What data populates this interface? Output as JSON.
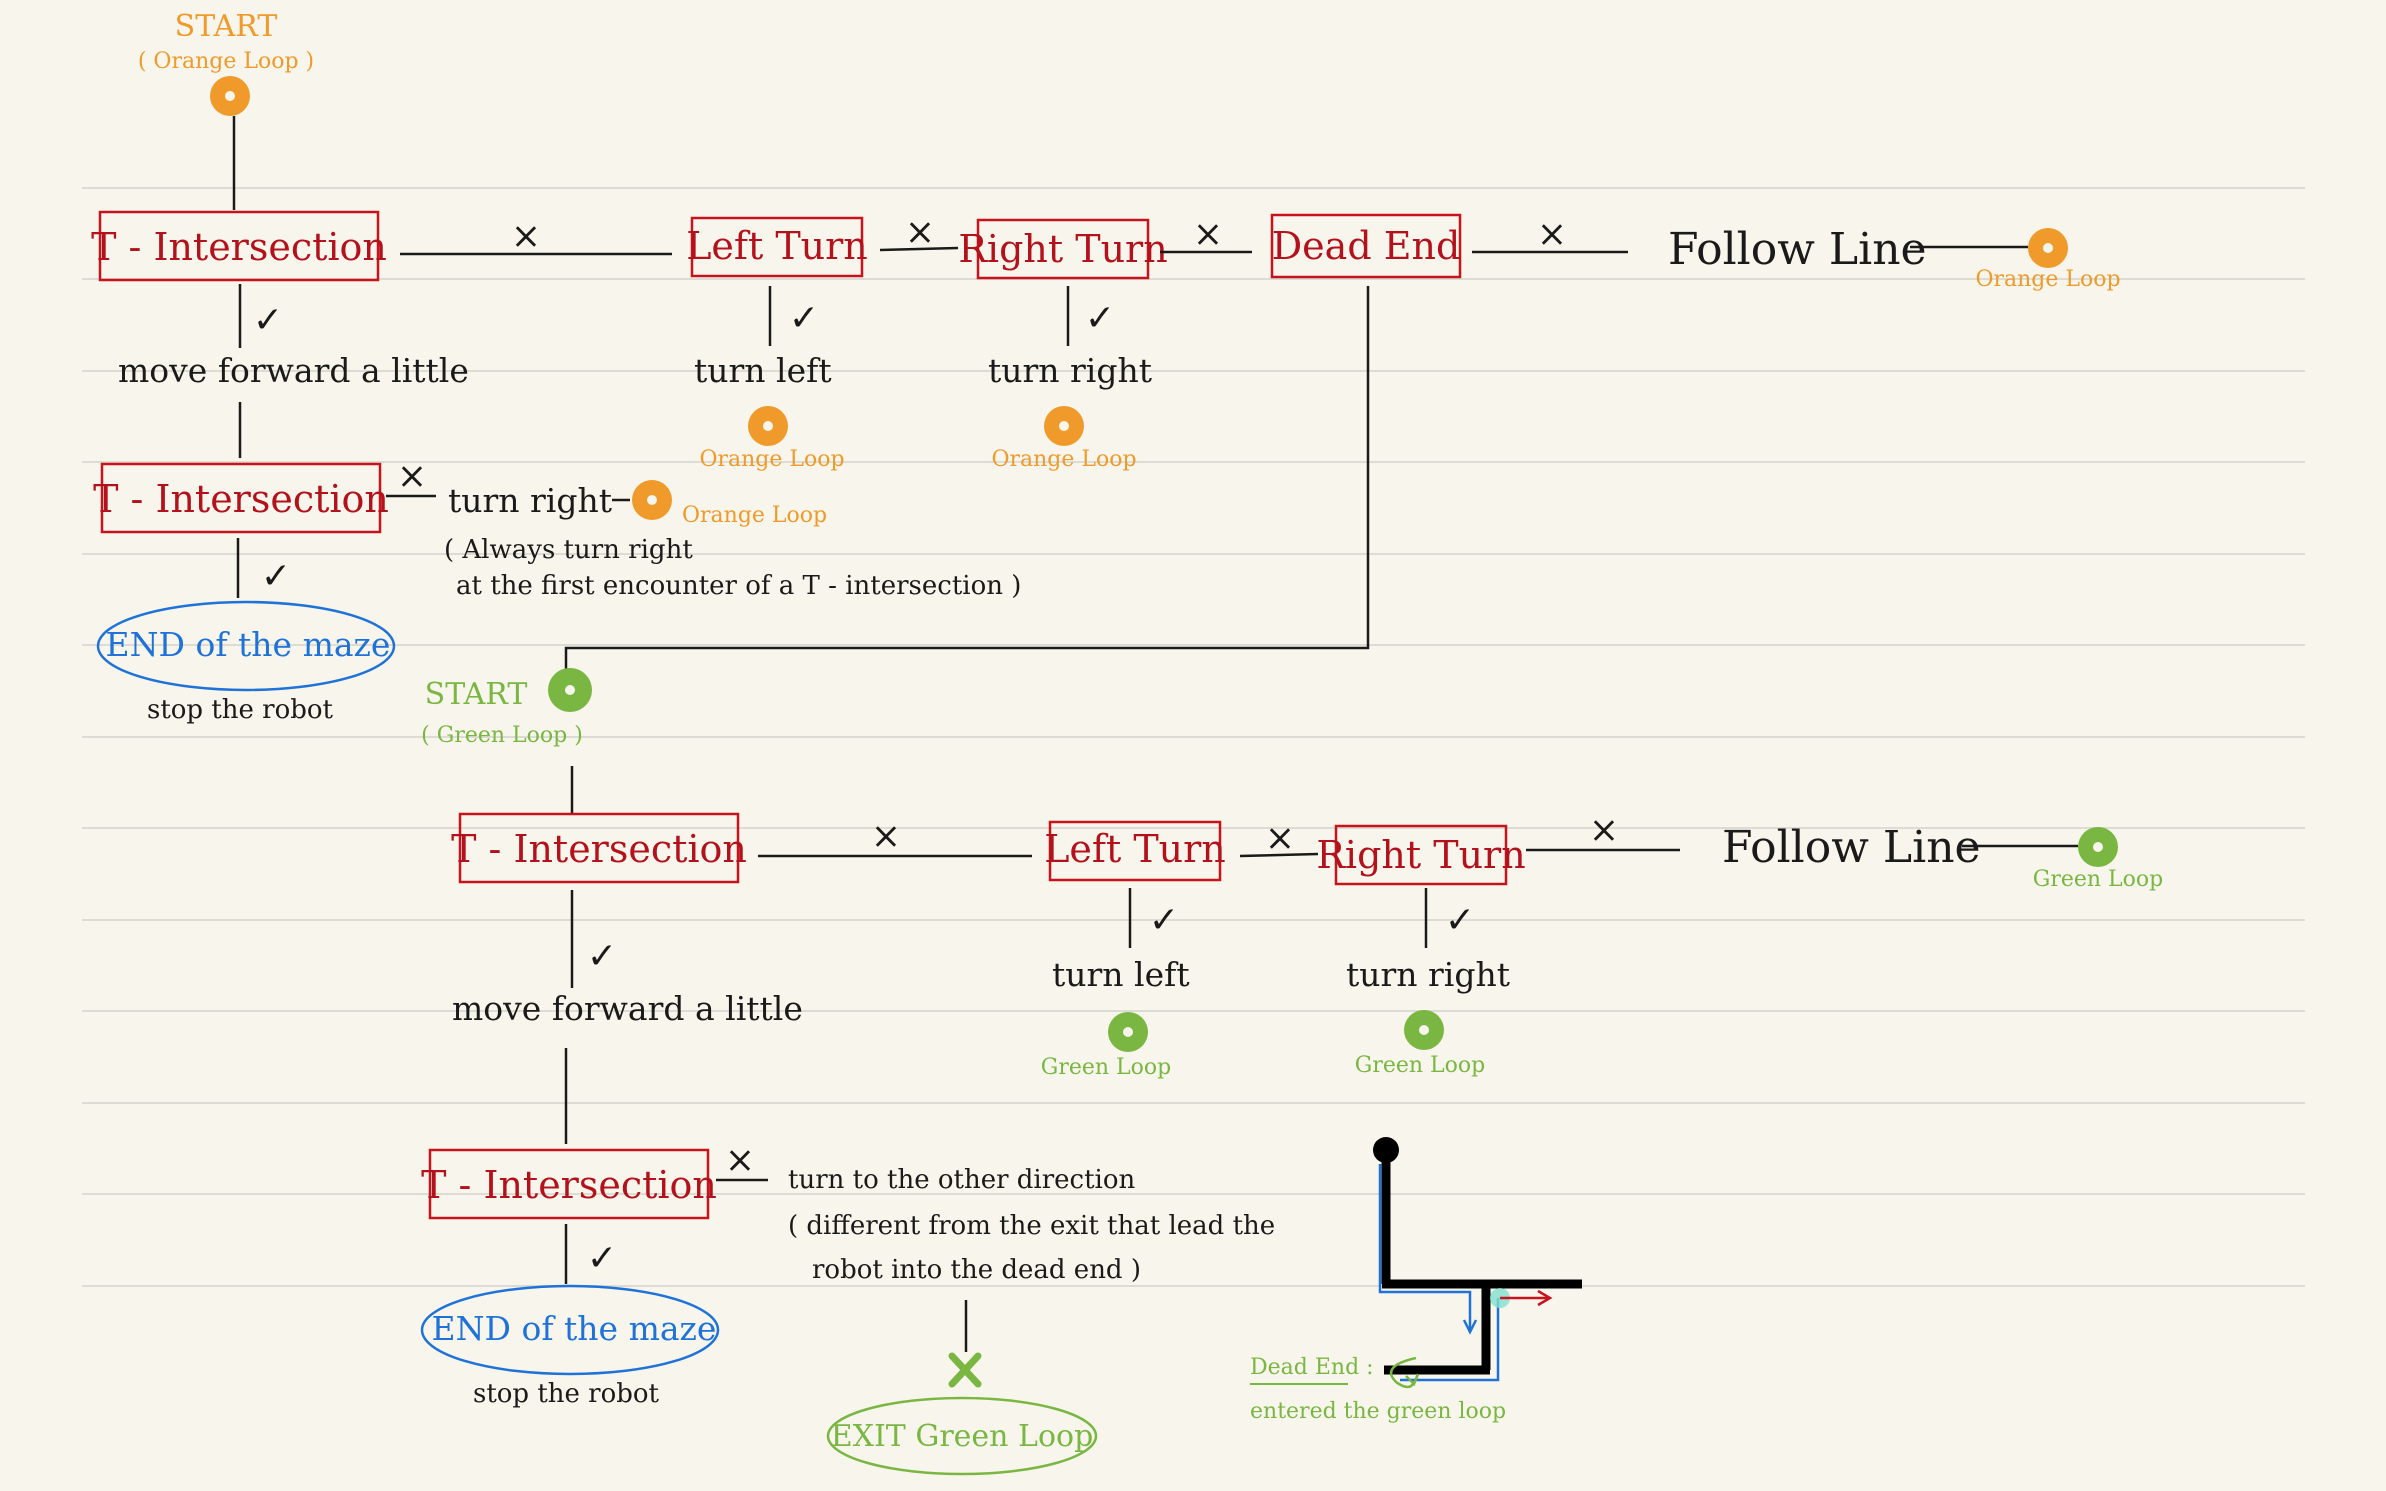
{
  "colors": {
    "background": "#f8f6ec",
    "box": "#c8121c",
    "orange": "#ef9a2a",
    "green": "#79b642",
    "blue": "#1f72d8"
  },
  "marks": {
    "yes": "✓",
    "no": "×"
  },
  "orange_loop": {
    "start": "START",
    "start_sub": "( Orange Loop )",
    "t_intersection": "T - Intersection",
    "left_turn": "Left Turn",
    "right_turn": "Right Turn",
    "dead_end": "Dead End",
    "follow_line": "Follow Line",
    "move_forward": "move forward a little",
    "turn_left": "turn left",
    "turn_right": "turn right",
    "orange_loop_label": "Orange Loop",
    "t_intersection_2": "T - Intersection",
    "turn_right_2": "turn right",
    "always_right_1": "( Always turn right",
    "always_right_2": "at the first encounter of a T - intersection )",
    "end_maze": "END of the maze",
    "stop_robot": "stop the robot"
  },
  "green_loop": {
    "start": "START",
    "start_sub": "( Green Loop )",
    "t_intersection": "T - Intersection",
    "left_turn": "Left Turn",
    "right_turn": "Right Turn",
    "follow_line": "Follow Line",
    "move_forward": "move forward a little",
    "turn_left": "turn left",
    "turn_right": "turn right",
    "green_loop_label": "Green Loop",
    "t_intersection_2": "T - Intersection",
    "other_direction_1": "turn to the other direction",
    "other_direction_2": "( different from the exit that lead the",
    "other_direction_3": "robot into the dead end )",
    "end_maze": "END of the maze",
    "stop_robot": "stop the robot",
    "exit": "EXIT Green Loop",
    "dead_end_note_1": "Dead End :",
    "dead_end_note_2": "entered the green loop"
  }
}
